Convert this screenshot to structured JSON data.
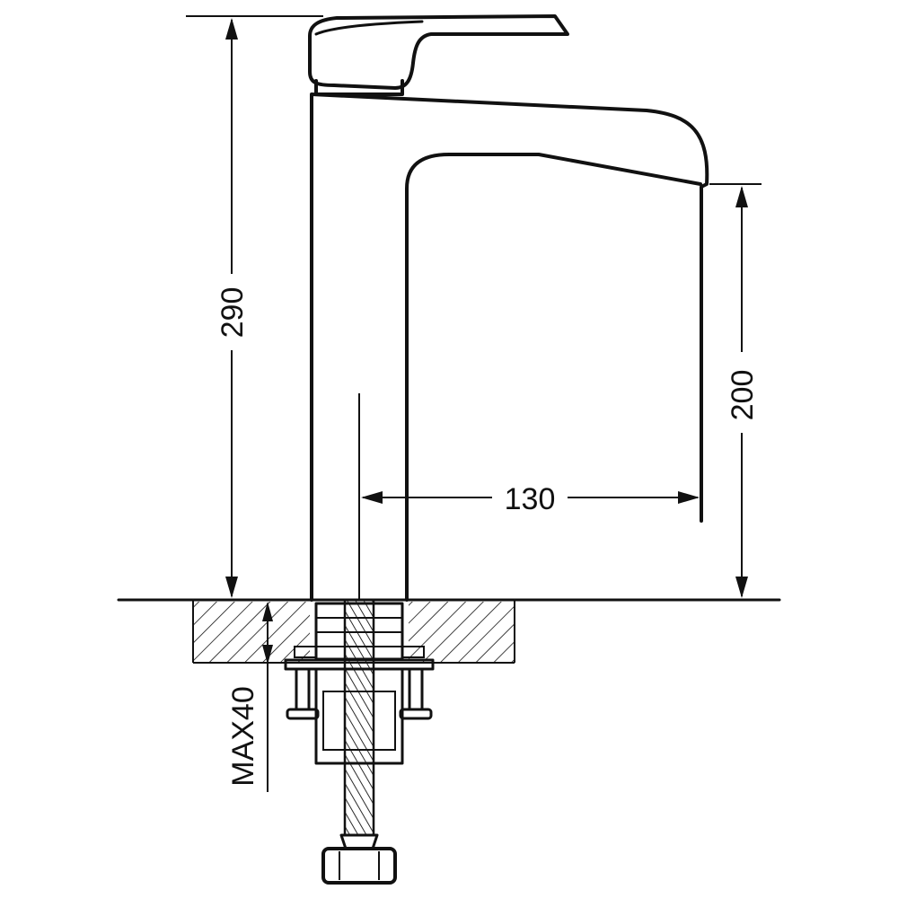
{
  "dimensions": {
    "total_height": "290",
    "spout_height": "200",
    "spout_reach": "130",
    "max_counter_thickness": "MAX40"
  },
  "colors": {
    "line": "#111111",
    "background": "#ffffff"
  }
}
